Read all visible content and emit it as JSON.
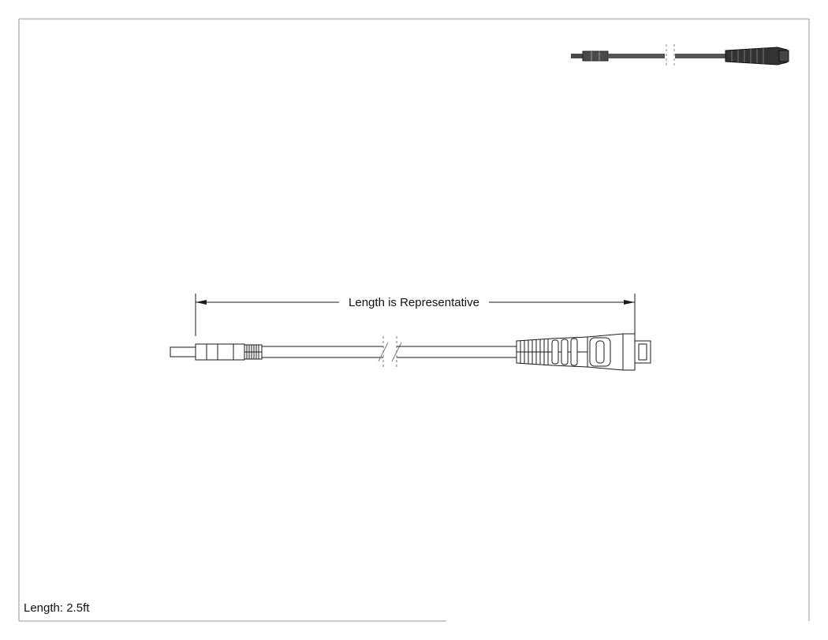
{
  "drawing": {
    "dimension_label": "Length is Representative",
    "length_note": "Length: 2.5ft"
  },
  "colors": {
    "line": "#1a1a1a",
    "frame": "#9a9a9a",
    "thumb_fill": "#4a4a4a",
    "background": "#ffffff"
  },
  "icons": {
    "thumbnail": "cable-thumbnail-icon",
    "main": "usb-cable-drawing"
  }
}
